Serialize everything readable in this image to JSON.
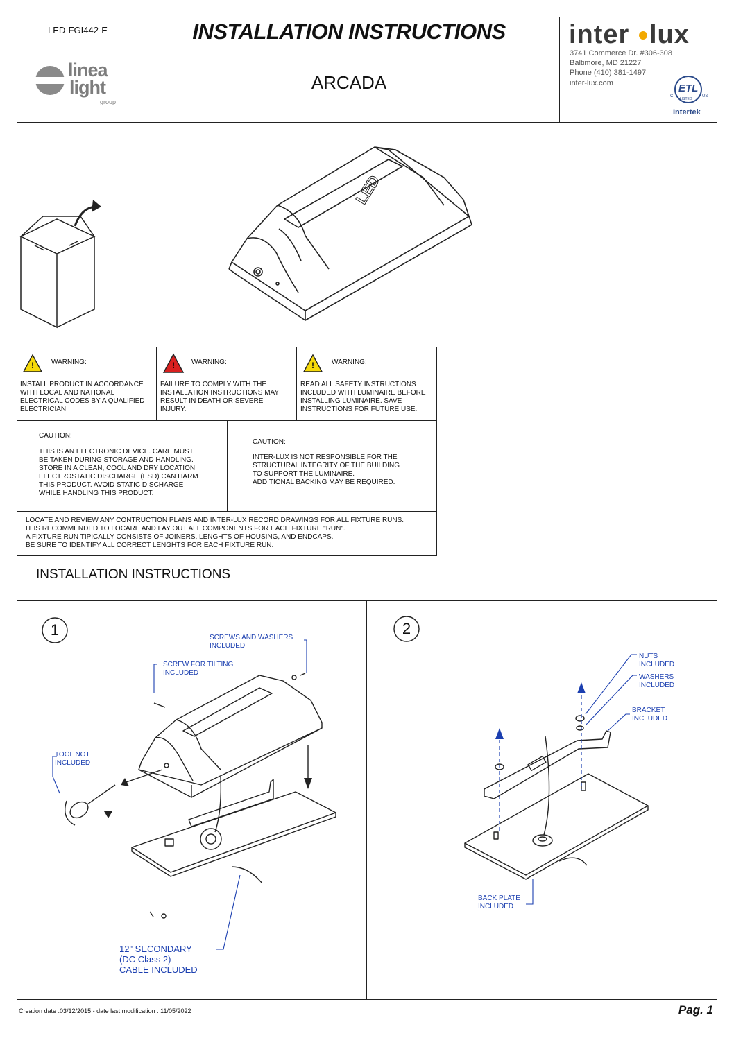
{
  "header": {
    "doc_code": "LED-FGI442-E",
    "title": "INSTALLATION INSTRUCTIONS",
    "product_name": "ARCADA",
    "brand_left": {
      "line1": "linea",
      "line2": "light",
      "line3": "group"
    },
    "brand_right": {
      "name_part1": "inter",
      "name_part2": "lux",
      "address1": "3741 Commerce Dr. #306-308",
      "address2": "Baltimore, MD 21227",
      "phone": "Phone (410) 381-1497",
      "web": "inter-lux.com"
    },
    "cert": {
      "mark": "ETL",
      "c": "C",
      "us": "US",
      "listed": "LISTED",
      "maker": "Intertek"
    }
  },
  "product_view": {
    "fixture_label": "LED"
  },
  "warnings": [
    {
      "title": "WARNING:",
      "text": "INSTALL PRODUCT IN ACCORDANCE\nWITH LOCAL AND NATIONAL\nELECTRICAL CODES BY A QUALIFIED\nELECTRICIAN",
      "icon_color": "#f5d90a"
    },
    {
      "title": "WARNING:",
      "text": "FAILURE TO COMPLY WITH THE\nINSTALLATION INSTRUCTIONS MAY\nRESULT IN DEATH OR SEVERE\nINJURY.",
      "icon_color": "#d9201f"
    },
    {
      "title": "WARNING:",
      "text": "READ ALL SAFETY INSTRUCTIONS\nINCLUDED WITH LUMINAIRE BEFORE\nINSTALLING LUMINAIRE. SAVE\nINSTRUCTIONS FOR FUTURE USE.",
      "icon_color": "#f5d90a"
    }
  ],
  "warning_icon_symbol": "!",
  "cautions": [
    {
      "title": "CAUTION:",
      "text": "THIS IS AN ELECTRONIC DEVICE. CARE MUST\nBE TAKEN DURING STORAGE AND HANDLING.\nSTORE IN A CLEAN, COOL AND DRY LOCATION.\nELECTROSTATIC DISCHARGE (ESD) CAN HARM\nTHIS PRODUCT. AVOID STATIC DISCHARGE\nWHILE HANDLING THIS PRODUCT."
    },
    {
      "title": "CAUTION:",
      "text": "INTER-LUX IS NOT RESPONSIBLE FOR THE\nSTRUCTURAL INTEGRITY OF THE BUILDING\nTO SUPPORT THE LUMINAIRE.\nADDITIONAL BACKING MAY BE REQUIRED."
    }
  ],
  "notice": "LOCATE AND REVIEW ANY CONTRUCTION PLANS AND INTER-LUX RECORD DRAWINGS FOR ALL FIXTURE RUNS.\nIT IS RECOMMENDED TO LOCARE AND LAY OUT ALL COMPONENTS FOR EACH FIXTURE \"RUN\".\nA FIXTURE RUN TIPICALLY CONSISTS OF JOINERS, LENGHTS OF HOUSING, AND ENDCAPS.\nBE SURE TO IDENTIFY ALL CORRECT LENGHTS FOR EACH FIXTURE RUN.",
  "section_title": "INSTALLATION INSTRUCTIONS",
  "steps": [
    {
      "number": "1",
      "labels": {
        "screws": "SCREWS AND WASHERS\nINCLUDED",
        "tilt_screw": "SCREW FOR TILTING\nINCLUDED",
        "tool": "TOOL NOT\nINCLUDED",
        "cable": "12\" SECONDARY\n(DC Class 2)\nCABLE INCLUDED"
      }
    },
    {
      "number": "2",
      "labels": {
        "nuts": "NUTS\nINCLUDED",
        "washers": "WASHERS\nINCLUDED",
        "bracket": "BRACKET\nINCLUDED",
        "back_plate": "BACK PLATE\nINCLUDED"
      }
    }
  ],
  "footer": {
    "dates": "Creation date :03/12/2015 - date last modification : 11/05/2022",
    "page": "Pag. 1"
  },
  "colors": {
    "callout_blue": "#1b3fb0",
    "line": "#222222"
  }
}
